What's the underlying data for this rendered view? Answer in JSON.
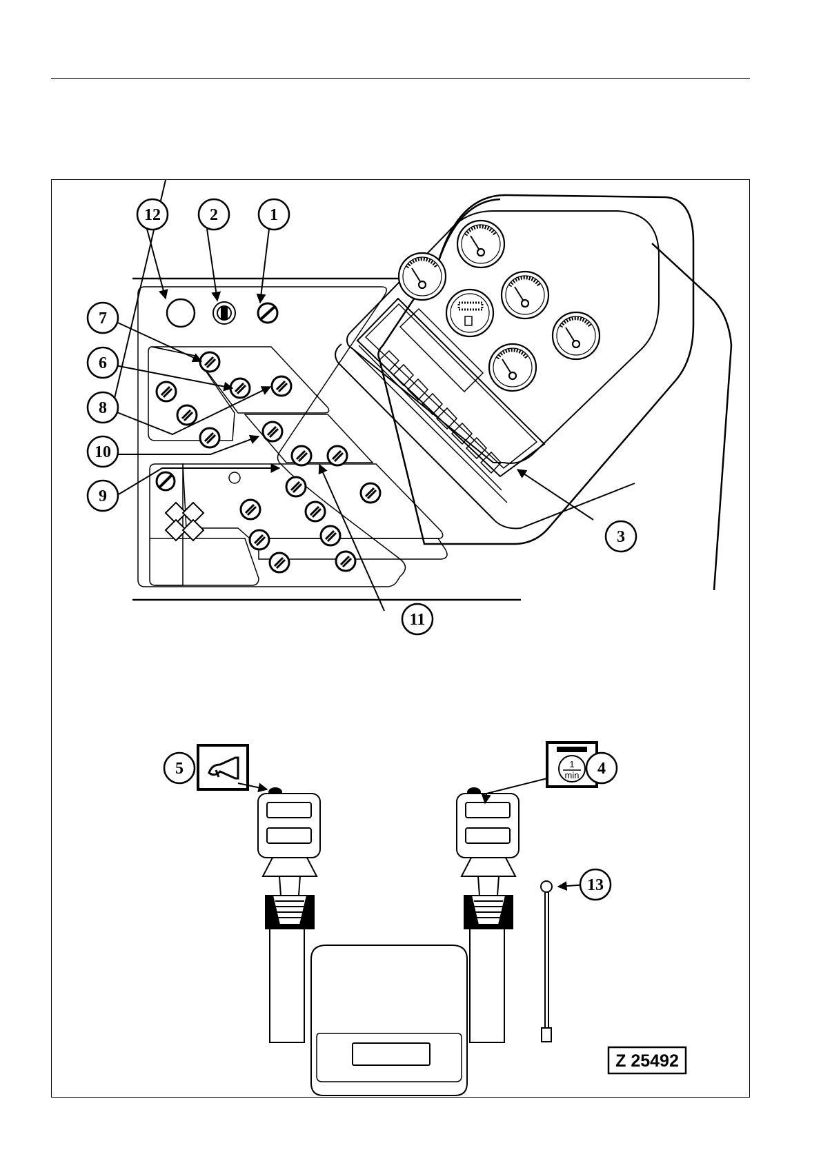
{
  "figure_code": "Z 25492",
  "callouts": [
    "12",
    "2",
    "1",
    "7",
    "6",
    "8",
    "10",
    "9",
    "11",
    "3",
    "5",
    "4",
    "13"
  ],
  "symbols": {
    "horn": "horn-icon",
    "rpm_label_top": "1",
    "rpm_label_bottom": "min"
  }
}
